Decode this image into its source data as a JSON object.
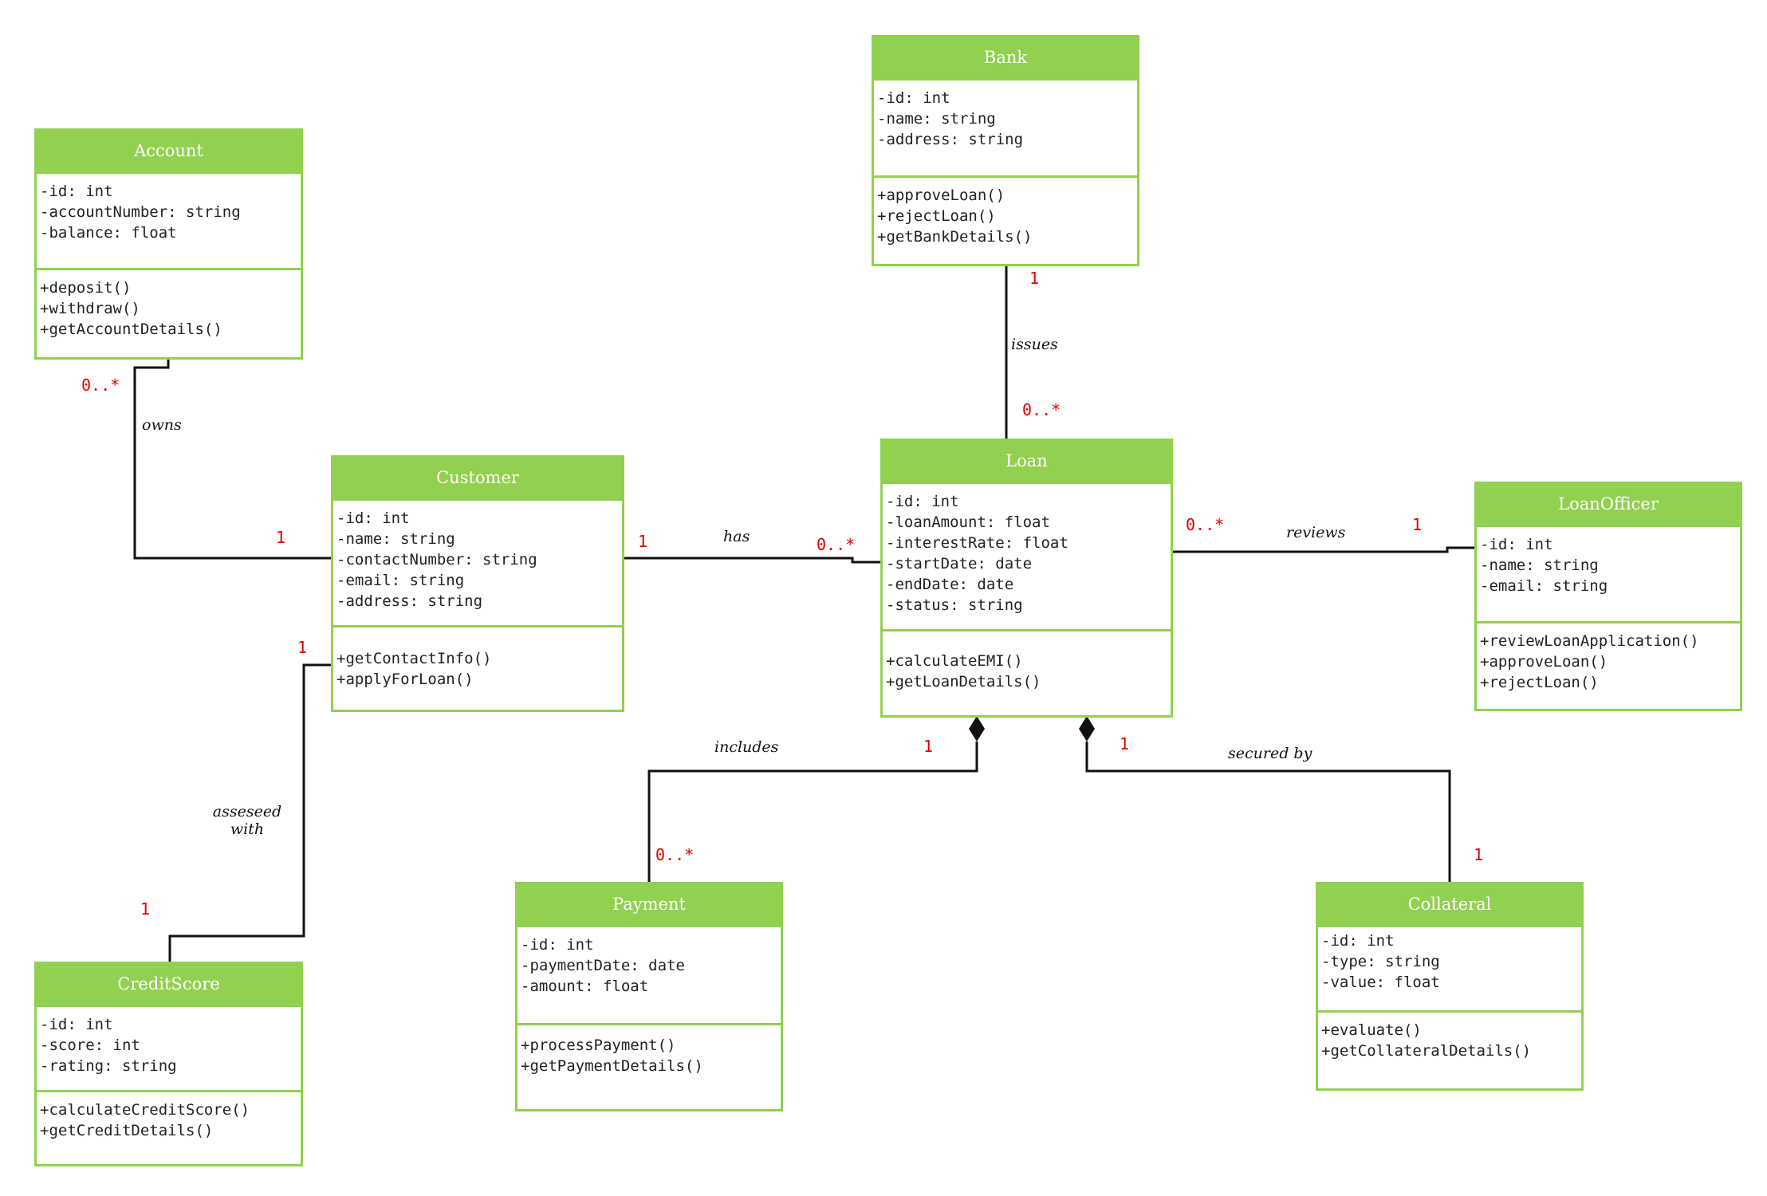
{
  "colors": {
    "header": "#92d050",
    "border": "#92d050",
    "multiplicity": "#e00000",
    "line": "#111111"
  },
  "classes": {
    "bank": {
      "name": "Bank",
      "attributes": [
        "-id: int",
        "-name: string",
        "-address: string"
      ],
      "operations": [
        "+approveLoan()",
        "+rejectLoan()",
        "+getBankDetails()"
      ]
    },
    "account": {
      "name": "Account",
      "attributes": [
        "-id: int",
        "-accountNumber: string",
        "-balance: float"
      ],
      "operations": [
        "+deposit()",
        "+withdraw()",
        "+getAccountDetails()"
      ]
    },
    "customer": {
      "name": "Customer",
      "attributes": [
        "-id: int",
        "-name: string",
        "-contactNumber: string",
        "-email: string",
        "-address: string"
      ],
      "operations": [
        "+getContactInfo()",
        "+applyForLoan()"
      ]
    },
    "loan": {
      "name": "Loan",
      "attributes": [
        "-id: int",
        "-loanAmount: float",
        "-interestRate: float",
        "-startDate: date",
        "-endDate: date",
        "-status: string"
      ],
      "operations": [
        "+calculateEMI()",
        "+getLoanDetails()"
      ]
    },
    "loanofficer": {
      "name": "LoanOfficer",
      "attributes": [
        "-id: int",
        "-name: string",
        "-email: string"
      ],
      "operations": [
        "+reviewLoanApplication()",
        "+approveLoan()",
        "+rejectLoan()"
      ]
    },
    "creditscore": {
      "name": "CreditScore",
      "attributes": [
        "-id: int",
        "-score: int",
        "-rating: string"
      ],
      "operations": [
        "+calculateCreditScore()",
        "+getCreditDetails()"
      ]
    },
    "payment": {
      "name": "Payment",
      "attributes": [
        "-id: int",
        "-paymentDate: date",
        "-amount: float"
      ],
      "operations": [
        "+processPayment()",
        "+getPaymentDetails()"
      ]
    },
    "collateral": {
      "name": "Collateral",
      "attributes": [
        "-id: int",
        "-type: string",
        "-value: float"
      ],
      "operations": [
        "+evaluate()",
        "+getCollateralDetails()"
      ]
    }
  },
  "associations": {
    "owns": {
      "label": "owns",
      "mult_a": "0..*",
      "mult_b": "1"
    },
    "has": {
      "label": "has",
      "mult_a": "1",
      "mult_b": "0..*"
    },
    "issues": {
      "label": "issues",
      "mult_a": "1",
      "mult_b": "0..*"
    },
    "reviews": {
      "label": "reviews",
      "mult_a": "0..*",
      "mult_b": "1"
    },
    "includes": {
      "label": "includes",
      "mult_a": "1",
      "mult_b": "0..*"
    },
    "secured_by": {
      "label": "secured by",
      "mult_a": "1",
      "mult_b": "1"
    },
    "assessed_with": {
      "label": "asseseed\nwith",
      "mult_a": "1",
      "mult_b": "1"
    }
  }
}
